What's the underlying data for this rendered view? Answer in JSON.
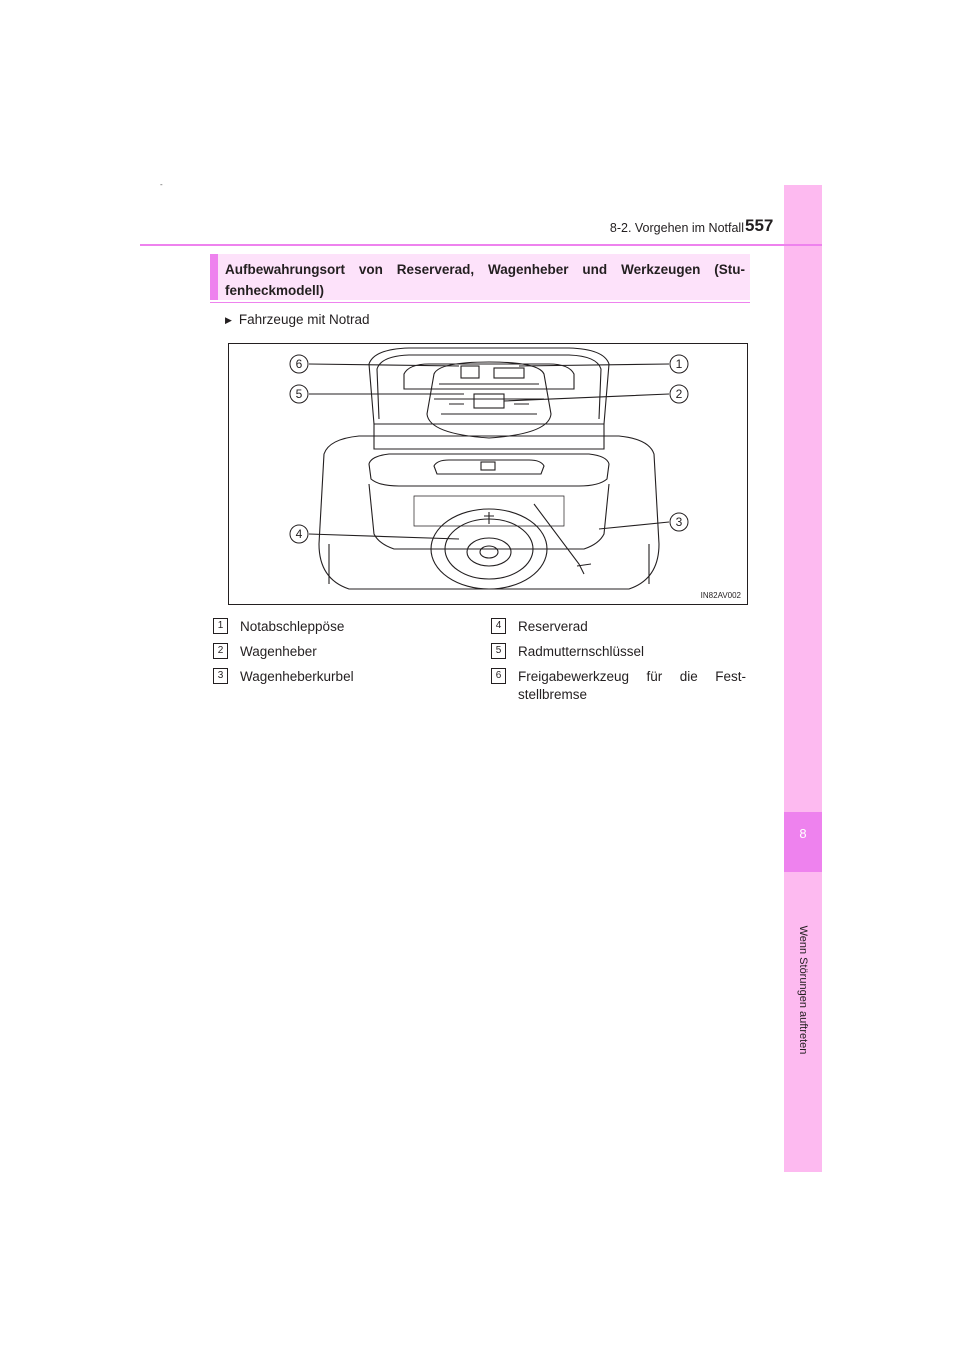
{
  "header": {
    "chapter_title": "8-2. Vorgehen im Notfall",
    "page_number": "557",
    "corner_mark": "-"
  },
  "sidebar": {
    "chapter_number": "8",
    "chapter_label": "Wenn Störungen auftreten",
    "colors": {
      "tab": "#fdbaf0",
      "active": "#ee82ee"
    }
  },
  "section": {
    "title": "Aufbewahrungsort von Reserverad, Wagenheber und Werkzeugen (Stu- fenheckmodell)",
    "bullet": "Fahrzeuge mit Notrad"
  },
  "figure": {
    "code": "IN82AV002",
    "callouts": [
      "6",
      "1",
      "5",
      "2",
      "4",
      "3"
    ]
  },
  "legend": [
    {
      "num": "1",
      "text": "Notabschleppöse"
    },
    {
      "num": "2",
      "text": "Wagenheber"
    },
    {
      "num": "3",
      "text": "Wagenheberkurbel"
    },
    {
      "num": "4",
      "text": "Reserverad"
    },
    {
      "num": "5",
      "text": "Radmutternschlüssel"
    },
    {
      "num": "6",
      "text": "Freigabewerkzeug für die Fest- stellbremse"
    }
  ]
}
